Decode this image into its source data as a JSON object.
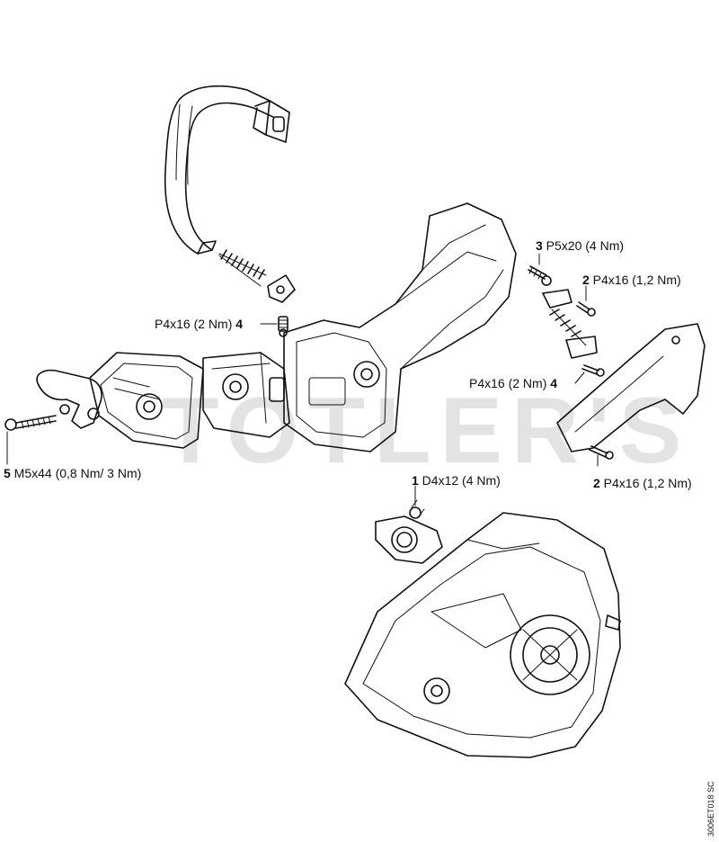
{
  "watermark": "TOTLER'S",
  "drawing_code": "3006ET018 SC",
  "labels": {
    "l1": {
      "num": "1",
      "text": " D4x12 (4 Nm)"
    },
    "l2a": {
      "num": "2",
      "text": " P4x16 (1,2 Nm)"
    },
    "l2b": {
      "num": "2",
      "text": " P4x16 (1,2 Nm)"
    },
    "l3": {
      "num": "3",
      "text": " P5x20 (4 Nm)"
    },
    "l4a": {
      "text": "P4x16 (2 Nm) ",
      "num": "4"
    },
    "l4b": {
      "text": "P4x16 (2 Nm) ",
      "num": "4"
    },
    "l5": {
      "num": "5",
      "text": " M5x44 (0,8 Nm/ 3 Nm)"
    }
  }
}
